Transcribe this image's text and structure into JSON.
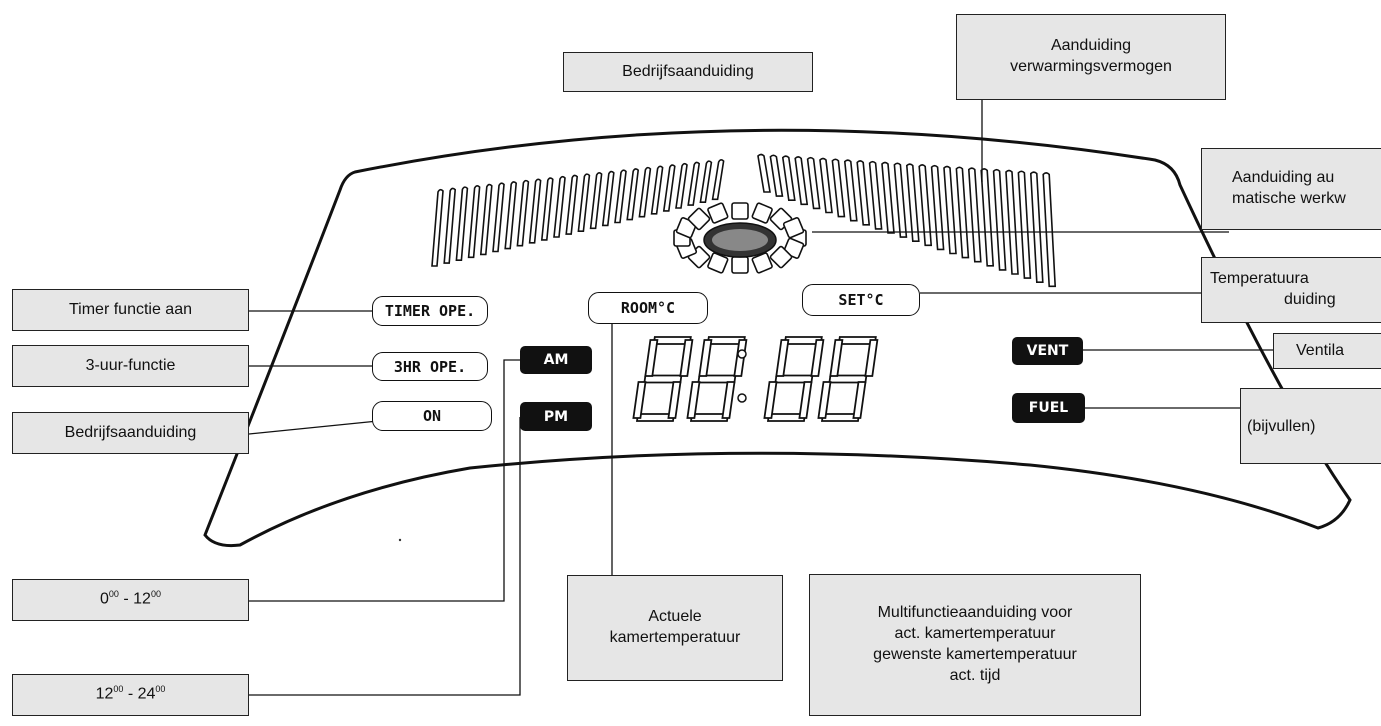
{
  "labels": {
    "bedrijf_top": "Bedrijfsaanduiding",
    "verwarming": [
      "Aanduiding",
      "verwarmingsvermogen"
    ],
    "automatisch": [
      "Aanduiding au",
      "matische werkw"
    ],
    "temperatuur": [
      "Temperatuura",
      "duiding"
    ],
    "ventilatie": "Ventila",
    "bijvullen": "(bijvullen)",
    "timer": "Timer functie aan",
    "drie_uur": "3-uur-functie",
    "bedrijf_left": "Bedrijfsaanduiding",
    "am_range": [
      "0",
      "00",
      " - 12",
      "00"
    ],
    "pm_range": [
      "12",
      "00",
      " - 24",
      "00"
    ],
    "actuele": [
      "Actuele",
      "kamertemperatuur"
    ],
    "multifunctie": [
      "Multifunctieaanduiding voor",
      "act. kamertemperatuur",
      "gewenste kamertemperatuur",
      "act. tijd"
    ]
  },
  "display": {
    "timer_ope": "TIMER OPE.",
    "three_hr_ope": "3HR OPE.",
    "on": "ON",
    "room": "ROOM°C",
    "set": "SET°C",
    "am": "AM",
    "pm": "PM",
    "vent": "VENT",
    "fuel": "FUEL"
  }
}
